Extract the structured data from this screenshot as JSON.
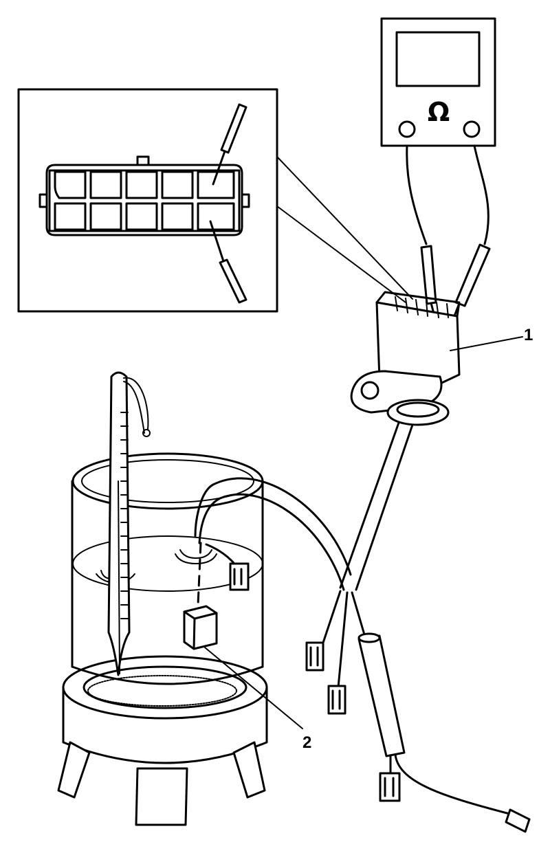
{
  "callouts": {
    "one": "1",
    "two": "2"
  },
  "meter": {
    "symbol": "Ω"
  }
}
